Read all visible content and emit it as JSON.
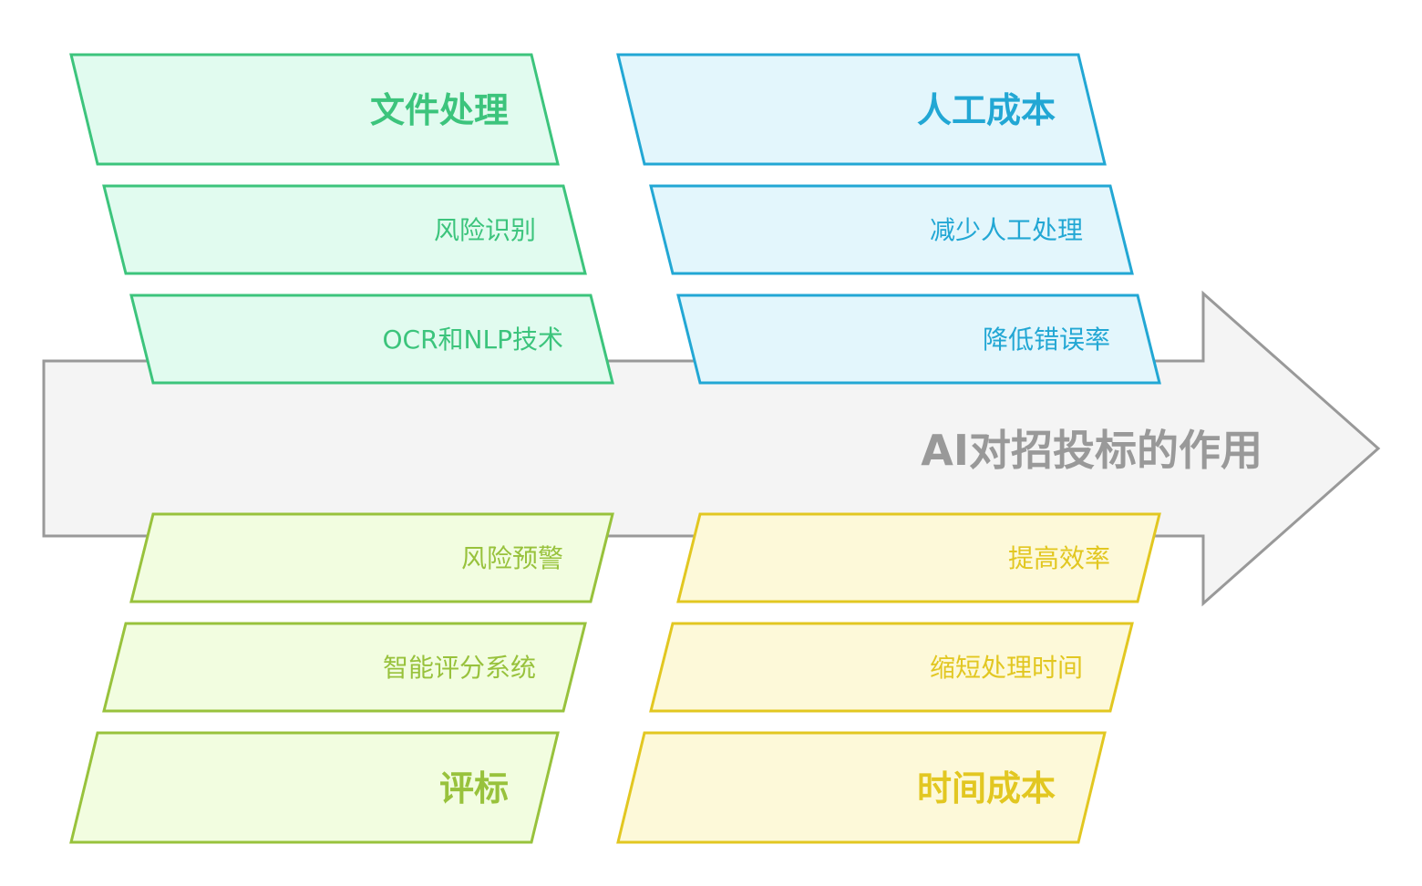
{
  "central": {
    "title": "AI对招投标的作用"
  },
  "colors": {
    "arrow_fill": "#f4f4f4",
    "arrow_stroke": "#999999",
    "arrow_text": "#999999",
    "green_stroke": "#3cc47c",
    "green_fill": "#e1fbef",
    "green_text": "#3cc47c",
    "blue_stroke": "#22a7d4",
    "blue_fill": "#e3f6fc",
    "blue_text": "#22a7d4",
    "lime_stroke": "#98c23c",
    "lime_fill": "#f2fde0",
    "lime_text": "#98c23c",
    "yellow_stroke": "#e2c721",
    "yellow_fill": "#fdf9d9",
    "yellow_text": "#e2c721"
  },
  "groups": [
    {
      "id": "file-processing",
      "header": "文件处理",
      "items": [
        "风险识别",
        "OCR和NLP技术"
      ]
    },
    {
      "id": "labor-cost",
      "header": "人工成本",
      "items": [
        "减少人工处理",
        "降低错误率"
      ]
    },
    {
      "id": "evaluation",
      "header": "评标",
      "items": [
        "风险预警",
        "智能评分系统"
      ]
    },
    {
      "id": "time-cost",
      "header": "时间成本",
      "items": [
        "提高效率",
        "缩短处理时间"
      ]
    }
  ]
}
